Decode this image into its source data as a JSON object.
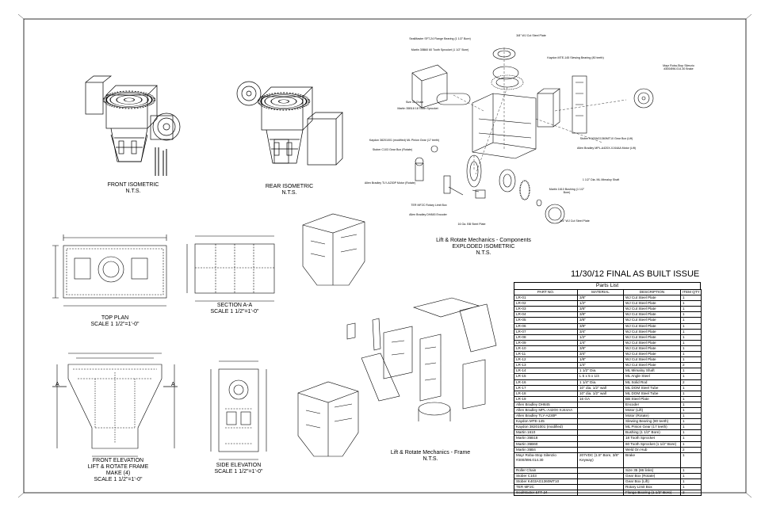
{
  "sheet": {
    "issue_title": "11/30/12 FINAL AS BUILT ISSUE"
  },
  "views": {
    "front_iso": [
      "FRONT ISOMETRIC",
      "N.T.S."
    ],
    "rear_iso": [
      "REAR ISOMETRIC",
      "N.T.S."
    ],
    "exploded": [
      "Lift & Rotate Mechanics - Components",
      "EXPLODED ISOMETRIC",
      "N.T.S."
    ],
    "top_plan": [
      "TOP PLAN",
      "SCALE 1 1/2\"=1'-0\""
    ],
    "section_aa": [
      "SECTION A-A",
      "SCALE 1 1/2\"=1'-0\""
    ],
    "front_elev": [
      "FRONT ELEVATION",
      "LIFT & ROTATE FRAME",
      "MAKE (4)",
      "SCALE 1 1/2\"=1'-0\""
    ],
    "side_elev": [
      "SIDE ELEVATION",
      "SCALE 1 1/2\"=1'-0\""
    ],
    "frame": [
      "Lift & Rotate Mechanics - Frame",
      "N.T.S."
    ],
    "section_marks": [
      "A",
      "A"
    ]
  },
  "callouts": {
    "c1": "SealMaster SFT-24 Flange Bearing (1 1/2\" Bore)",
    "c2": "Martin 35B60 60 Tooth Sprocket (1 1/2\" Bore)",
    "c3": "Martin 35B18 18 Tooth Sprocket",
    "c4": "Size 35 Chain",
    "c5": "Kaydon MTE-145 Slewing Bearing (80 teeth)",
    "c6": "Kaydon 38201001 (modified) ML Pinion Gear (17 teeth)",
    "c7": "Stober C103 Gear Box (Rotate)",
    "c8": "Allen Bradley TLY-A230P Motor (Rotate)",
    "c9": "Allen Bradley MPL-A420X-XJ44AA Motor (Lift)",
    "c10": "Stober K403AG1360MT10 Gear Box (Lift)",
    "c11": "TER MF2C Rotary Limit Box",
    "c12": "Allen Bradley DH845 Encoder",
    "c13": "Mayr Roba-Stop Silenzio #300/896.014.30 Brake",
    "c14": "3/8\" WJ Cut Steel Plate",
    "c15": "1 1/2\" Dia. ML Mimaloy Shaft",
    "c16": "Martin 1610 Bushing (1 1/2\" Bore)",
    "c17": "16 Ga. BB Steel Plate",
    "c18": "1/4\" WJ Cut Steel Plate"
  },
  "parts_list": {
    "title": "Parts List",
    "columns": [
      "PART NO.",
      "MATERIAL",
      "DESCRIPTION",
      "ITEM QTY"
    ],
    "rows": [
      [
        "LR-01",
        "3/8\"",
        "WJ Cut Steel Plate",
        "1"
      ],
      [
        "LR-02",
        "1/2\"",
        "WJ Cut Steel Plate",
        "1"
      ],
      [
        "LR-03",
        "3/8\"",
        "WJ Cut Steel Plate",
        "1"
      ],
      [
        "LR-04",
        "3/8\"",
        "WJ Cut Steel Plate",
        "1"
      ],
      [
        "LR-05",
        "3/8\"",
        "WJ Cut Steel Plate",
        "1"
      ],
      [
        "LR-06",
        "3/8\"",
        "WJ Cut Steel Plate",
        "1"
      ],
      [
        "LR-07",
        "3/4\"",
        "WJ Cut Steel Plate",
        "1"
      ],
      [
        "LR-08",
        "1/2\"",
        "WJ Cut Steel Plate",
        "1"
      ],
      [
        "LR-09",
        "1/4\"",
        "WJ Cut Steel Plate",
        "1"
      ],
      [
        "LR-10",
        "3/8\"",
        "WJ Cut Steel Plate",
        "1"
      ],
      [
        "LR-11",
        "3/4\"",
        "WJ Cut Steel Plate",
        "1"
      ],
      [
        "LR-12",
        "1/8\"",
        "WJ Cut Steel Plate",
        "1"
      ],
      [
        "LR-13",
        "1/4\"",
        "WJ Cut Steel Plate",
        "2"
      ],
      [
        "LR-14",
        "1 1/2\" Dia.",
        "ML Mimaloy Shaft",
        "1"
      ],
      [
        "LR-15",
        "L 5 x 5 x 1/4",
        "ML Angle Steel",
        "1"
      ],
      [
        "LR-16",
        "1 1/4\" Dia.",
        "ML Solid Rod",
        "2"
      ],
      [
        "LR-17",
        "10\" dia. 1/2\" wall",
        "ML DOM Steel Tube",
        "1"
      ],
      [
        "LR-18",
        "10\" dia. 1/2\" wall",
        "ML DOM Steel Tube",
        "1"
      ],
      [
        "LR-19",
        "16 GA",
        "BB Steel Plate",
        "1"
      ],
      [
        "Allen Bradley DH845",
        "",
        "Encoder",
        "1"
      ],
      [
        "Allen Bradley MPL-A420X-XJ44AA",
        "",
        "Motor (Lift)",
        "1"
      ],
      [
        "Allen Bradley TLY-A230P",
        "",
        "Motor (Rotate)",
        "1"
      ],
      [
        "Kaydon MTE-145",
        "",
        "Slewing Bearing (80 teeth)",
        "1"
      ],
      [
        "Kaydon 38201001 (modified)",
        "",
        "ML Pinion Gear (17 teeth)",
        "1"
      ],
      [
        "Martin 1610",
        "",
        "Bushing (1 1/2\" Bore)",
        "1"
      ],
      [
        "Martin 35B18",
        "",
        "18 Tooth Sprocket",
        "1"
      ],
      [
        "Martin 35B60",
        "",
        "60 Tooth Sprocket (1 1/2\" Bore)",
        "1"
      ],
      [
        "Martin 35B4",
        "",
        "Weld On Hub",
        "2"
      ],
      [
        "Mayr Roba-Stop Silenzio #300/896.014.30",
        "207VDC (1.5\" Bore, 3/8\" Keyway)",
        "Brake",
        "1"
      ],
      [
        "Roller Chain",
        "",
        "Size 35 (86 links)",
        "1"
      ],
      [
        "Stober C103",
        "",
        "Gear Box (Rotate)",
        "1"
      ],
      [
        "Stober K403AG1360MT10",
        "",
        "Gear Box (Lift)",
        "1"
      ],
      [
        "TER MF2C",
        "",
        "Rotary Limit Box",
        "1"
      ],
      [
        "SealMaster SFT-24",
        "",
        "Flange Bearing (1 1/2\" Bore)",
        "2"
      ]
    ]
  }
}
